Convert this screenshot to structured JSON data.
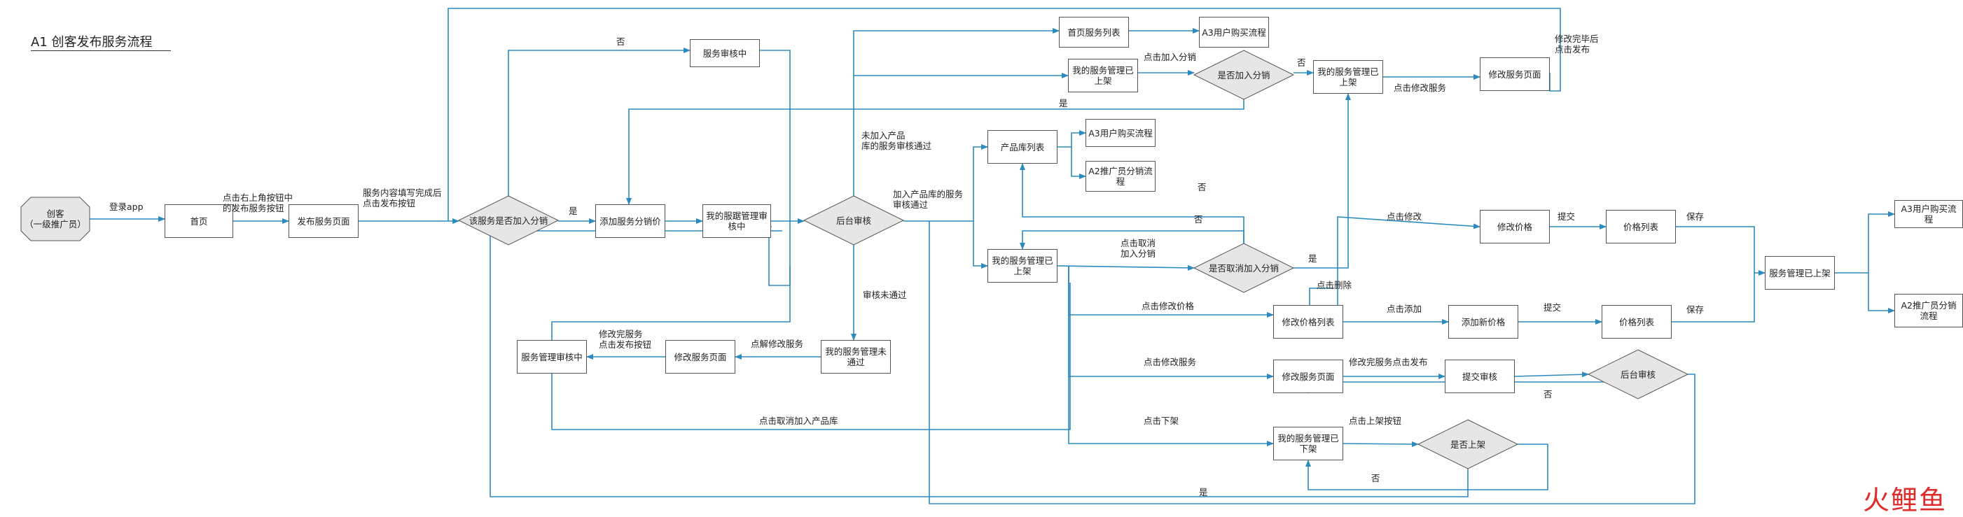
{
  "title": "A1  创客发布服务流程",
  "colors": {
    "edge": "#2b8bbf",
    "border": "#555555",
    "diamond_fill": "#e6e6e6",
    "start_fill": "#e6e6e6",
    "watermark": "#e02b2b"
  },
  "nodes": {
    "start": "创客\n（一级推广员）",
    "home": "首页",
    "publish_page": "发布服务页面",
    "q_distribution": "该服务是否加入分销",
    "review_pending_top": "服务审核中",
    "add_price": "添加服务分销价",
    "mgmt_reviewing": "我的服踞管理审核中",
    "backend_review": "后台审核",
    "home_service_list": "首页服务列表",
    "a3_purchase_top": "A3用户购买流程",
    "mgmt_listed_top": "我的服务管理已上架",
    "q_add_dist": "是否加入分销",
    "mgmt_listed_right": "我的服务管理已上架",
    "edit_page_top": "修改服务页面",
    "product_lib": "产品库列表",
    "a3_purchase_mid": "A3用户购买流程",
    "a2_promo_mid": "A2推广员分销流程",
    "mgmt_listed_mid": "我的服务管理已上架",
    "q_cancel_dist": "是否取消加入分销",
    "edit_price": "修改价格",
    "price_list_1": "价格列表",
    "mgmt_listed_far": "服务管理已上架",
    "a3_purchase_right": "A3用户购买流程",
    "a2_promo_right": "A2推广员分销流程",
    "edit_price_list": "修改价格列表",
    "add_new_price": "添加新价格",
    "price_list_2": "价格列表",
    "edit_page_mid": "修改服务页面",
    "submit_review": "提交审核",
    "backend_review_2": "后台审核",
    "mgmt_delisted": "我的服务管理已下架",
    "q_relist": "是否上架",
    "mgmt_rejected": "我的服务管理未通过",
    "edit_page_bottom": "修改服务页面",
    "mgmt_reviewing_2": "服务管理审核中"
  },
  "labels": {
    "login_app": "登录app",
    "click_publish": "点击右上角按钮中\n的发布服务按钮",
    "fill_content": "服务内容填写完成后\n点击发布按钮",
    "no_top": "否",
    "yes_mid": "是",
    "click_join_dist": "点击加入分销",
    "no_right": "否",
    "yes_top": "是",
    "not_joined_approved": "未加入产品\n库的服务审核通过",
    "joined_approved": "加入产品库的服务\n审核通过",
    "review_failed": "审核未通过",
    "click_edit_service": "点击修改服务",
    "edit_done_publish": "修改完毕后\n点击发布",
    "no_cancel": "否",
    "no_cancel_2": "否",
    "click_cancel_dist": "点击取消\n加入分销",
    "yes_cancel": "是",
    "click_modify": "点击修改",
    "submit_1": "提交",
    "save_1": "保存",
    "click_delete": "点击删除",
    "click_edit_price": "点击修改价格",
    "click_add": "点击添加",
    "submit_2": "提交",
    "save_2": "保存",
    "click_edit_service_2": "点击修改服务",
    "edit_done_publish_2": "修改完服务点击发布",
    "no_review": "否",
    "click_delist": "点击下架",
    "click_relist": "点击上架按钮",
    "no_relist": "否",
    "yes_bottom": "是",
    "edit_done_publish_btn": "修改完服务\n点击发布按钮",
    "click_edit_service_3": "点解修改服务",
    "click_cancel_lib": "点击取消加入产品库"
  },
  "watermark": "火鲤鱼"
}
